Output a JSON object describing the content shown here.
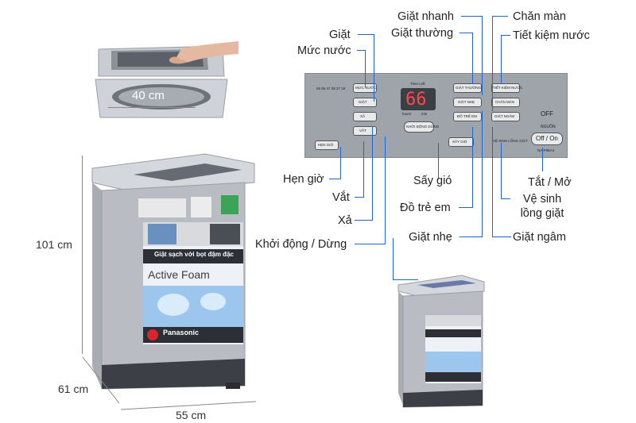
{
  "labels": {
    "giat": "Giặt",
    "muc_nuoc": "Mức nước",
    "hen_gio": "Hẹn giờ",
    "vat": "Vắt",
    "xa": "Xả",
    "khoi_dong": "Khởi động / Dừng",
    "giat_nhanh": "Giặt nhanh",
    "giat_thuong": "Giặt thường",
    "say_gio": "Sấy gió",
    "do_tre_em": "Đồ trẻ em",
    "giat_nhe": "Giặt nhẹ",
    "chan_man": "Chăn màn",
    "tiet_kiem_nuoc": "Tiết kiệm nước",
    "tat_mo": "Tắt / Mở",
    "ve_sinh_long_giat": "Vệ sinh lồng giặt",
    "giat_ngam": "Giặt ngâm"
  },
  "dimensions": {
    "height": "101 cm",
    "depth": "61 cm",
    "width": "55 cm",
    "drum": "40 cm"
  },
  "machine": {
    "front_banner": "Giặt sạch với bọt đậm đặc",
    "foam_tech": "Active Foam",
    "brand": "Panasonic"
  },
  "panel": {
    "display": "66",
    "time_left": "Time Left",
    "hours": "hours",
    "min": "min",
    "off_on": "Off / On",
    "off_label": "OFF",
    "power_label": "NGUỒN",
    "model": "NA-F85A4",
    "start_stop": "KHỞI ĐỘNG DỪNG",
    "water_levels": "66 55 47 38 27 16",
    "muc_nuoc_btn": "MỨC NƯỚC",
    "giat_btn": "GIẶT",
    "xa_btn": "XẢ",
    "vat_btn": "VẮT",
    "hen_gio_btn": "HẸN GIỜ",
    "giat_thuong_btn": "GIẶT THƯỜNG",
    "giat_nhe_btn": "GIẶT NHẸ",
    "do_tre_em_btn": "ĐỒ TRẺ EM",
    "say_gio_btn": "SẤY GIÓ",
    "tiet_kiem_btn": "TIẾT KIỆM NƯỚC",
    "chan_man_btn": "CHĂN MÀN",
    "giat_ngam_btn": "GIẶT NGÂM",
    "ve_sinh_btn": "VỆ SINH LỒNG GIẶT"
  },
  "colors": {
    "pointer_line": "#1f64d6",
    "dimension_line": "#888888",
    "machine_body": "#b9bcc2",
    "panel_bg": "#9fa4aa",
    "brand_red": "#d7262c"
  }
}
